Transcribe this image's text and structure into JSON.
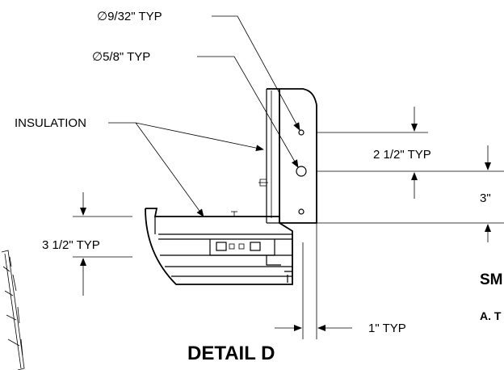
{
  "labels": {
    "hole_small": "∅9/32\" TYP",
    "hole_large": "∅5/8\" TYP",
    "insulation": "INSULATION",
    "dim_2_5": "2 1/2\" TYP",
    "dim_3": "3\"",
    "dim_3_5": "3 1/2\" TYP",
    "dim_1": "1\" TYP",
    "title": "DETAIL D",
    "note_sm": "SM",
    "note_a": "A. T"
  }
}
